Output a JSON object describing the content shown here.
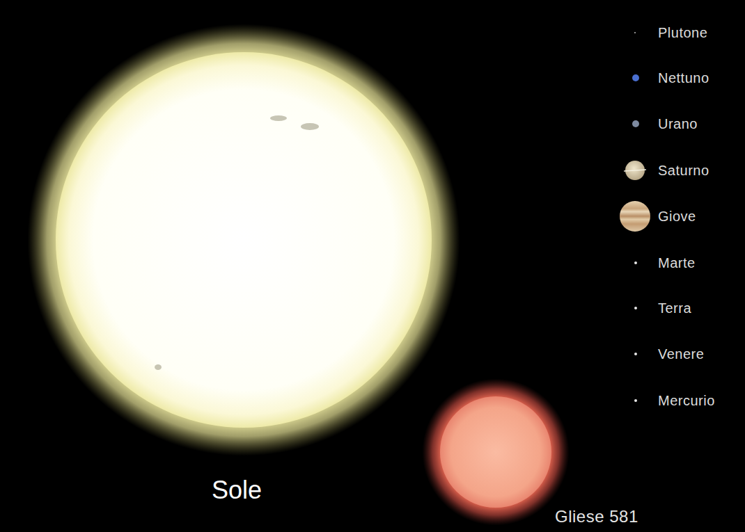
{
  "diagram": {
    "nodes": [
      {
        "text": [
          "Sole"
        ]
      },
      {
        "text": [
          "Gliese 581"
        ]
      }
    ],
    "labels": [
      "Plutone",
      "Nettuno",
      "Urano",
      "Saturno",
      "Giove",
      "Marte",
      "Terra",
      "Venere",
      "Mercurio"
    ]
  }
}
